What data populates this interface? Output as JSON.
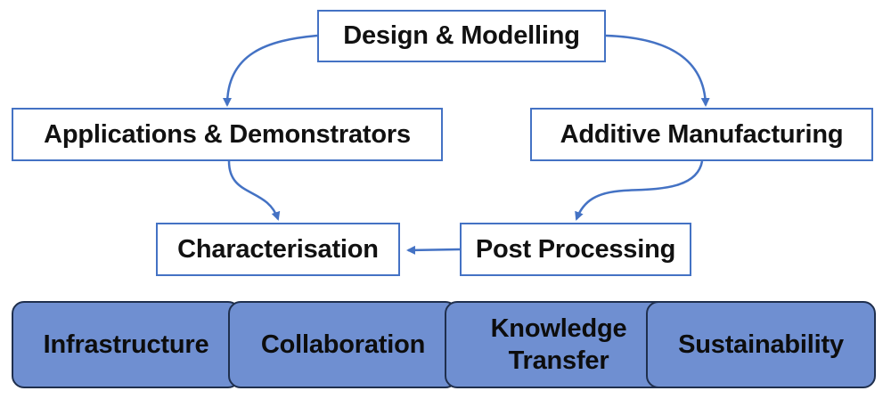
{
  "diagram": {
    "nodes": {
      "design": "Design & Modelling",
      "applications": "Applications & Demonstrators",
      "additive": "Additive Manufacturing",
      "characterisation": "Characterisation",
      "post_processing": "Post Processing"
    },
    "pillars": {
      "infrastructure": "Infrastructure",
      "collaboration": "Collaboration",
      "knowledge_transfer": "Knowledge\nTransfer",
      "sustainability": "Sustainability"
    },
    "colors": {
      "node_border": "#4472C4",
      "arrow": "#4472C4",
      "pillar_fill": "#6F8FD1",
      "pillar_border": "#1F2F4D"
    }
  }
}
